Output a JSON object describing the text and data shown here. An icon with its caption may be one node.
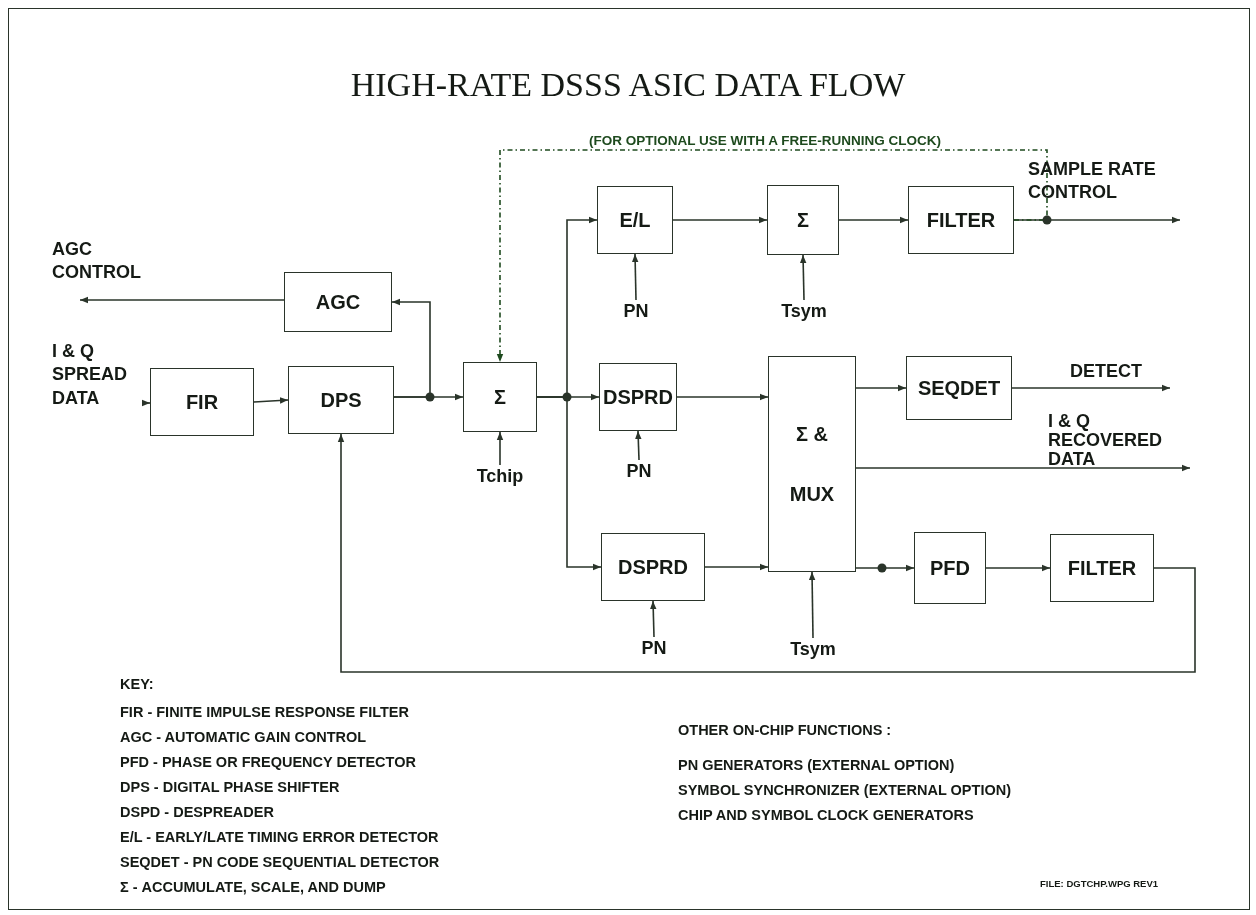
{
  "diagram": {
    "title": "HIGH-RATE DSSS ASIC DATA FLOW",
    "nodes": [
      {
        "text": [
          "AGC"
        ]
      },
      {
        "text": [
          "FIR"
        ]
      },
      {
        "text": [
          "DPS"
        ]
      },
      {
        "text": [
          "Σ"
        ]
      },
      {
        "text": [
          "E/L"
        ]
      },
      {
        "text": [
          "Σ"
        ]
      },
      {
        "text": [
          "FILTER"
        ]
      },
      {
        "text": [
          "DSPRD"
        ]
      },
      {
        "text": [
          "Σ & MUX"
        ]
      },
      {
        "text": [
          "SEQDET"
        ]
      },
      {
        "text": [
          "DSPRD"
        ]
      },
      {
        "text": [
          "PFD"
        ]
      },
      {
        "text": [
          "FILTER"
        ]
      },
      {
        "text": [
          "AGC CONTROL"
        ]
      },
      {
        "text": [
          "I & Q SPREAD DATA"
        ]
      },
      {
        "text": [
          "SAMPLE RATE CONTROL"
        ]
      },
      {
        "text": [
          "DETECT"
        ]
      },
      {
        "text": [
          "I & Q RECOVERED DATA"
        ]
      },
      {
        "text": [
          "PN"
        ]
      },
      {
        "text": [
          "Tsym"
        ]
      },
      {
        "text": [
          "Tchip"
        ]
      },
      {
        "text": [
          "PN"
        ]
      },
      {
        "text": [
          "PN"
        ]
      },
      {
        "text": [
          "Tsym"
        ]
      }
    ],
    "edges": [
      {
        "from": 14,
        "to": 1,
        "arrow": "to"
      },
      {
        "from": 1,
        "to": 2,
        "arrow": "to"
      },
      {
        "from": 2,
        "to": 3,
        "arrow": "to"
      },
      {
        "from": 2,
        "to": 0,
        "arrow": "to"
      },
      {
        "from": 0,
        "to": 13,
        "arrow": "to"
      },
      {
        "from": 3,
        "to": 4,
        "arrow": "to"
      },
      {
        "from": 3,
        "to": 7,
        "arrow": "to"
      },
      {
        "from": 3,
        "to": 10,
        "arrow": "to"
      },
      {
        "from": 4,
        "to": 5,
        "arrow": "to"
      },
      {
        "from": 5,
        "to": 6,
        "arrow": "to"
      },
      {
        "from": 6,
        "to": 15,
        "arrow": "to"
      },
      {
        "from": 6,
        "to": 3,
        "arrow": "to",
        "style": "dashed",
        "label": "(FOR OPTIONAL USE WITH A FREE-RUNNING CLOCK)"
      },
      {
        "from": 7,
        "to": 8,
        "arrow": "to"
      },
      {
        "from": 10,
        "to": 8,
        "arrow": "to"
      },
      {
        "from": 8,
        "to": 9,
        "arrow": "to"
      },
      {
        "from": 9,
        "to": 16,
        "arrow": "to"
      },
      {
        "from": 8,
        "to": 17,
        "arrow": "to"
      },
      {
        "from": 8,
        "to": 11,
        "arrow": "to"
      },
      {
        "from": 11,
        "to": 12,
        "arrow": "to"
      },
      {
        "from": 12,
        "to": 2,
        "arrow": "to"
      },
      {
        "from": 18,
        "to": 4,
        "arrow": "to"
      },
      {
        "from": 19,
        "to": 5,
        "arrow": "to"
      },
      {
        "from": 20,
        "to": 3,
        "arrow": "to"
      },
      {
        "from": 21,
        "to": 7,
        "arrow": "to"
      },
      {
        "from": 22,
        "to": 10,
        "arrow": "to"
      },
      {
        "from": 23,
        "to": 8,
        "arrow": "to"
      }
    ],
    "labels": [
      "KEY:",
      "FIR - FINITE IMPULSE RESPONSE FILTER",
      "AGC - AUTOMATIC GAIN CONTROL",
      "PFD - PHASE OR FREQUENCY DETECTOR",
      "DPS - DIGITAL PHASE SHIFTER",
      "DSPD - DESPREADER",
      "E/L - EARLY/LATE TIMING ERROR DETECTOR",
      "SEQDET - PN CODE SEQUENTIAL DETECTOR",
      "Σ - ACCUMULATE, SCALE, AND DUMP",
      "OTHER ON-CHIP FUNCTIONS :",
      "PN GENERATORS (EXTERNAL OPTION)",
      "SYMBOL SYNCHRONIZER (EXTERNAL OPTION)",
      "CHIP AND SYMBOL CLOCK GENERATORS",
      "FILE: DGTCHP.WPG REV1"
    ]
  }
}
